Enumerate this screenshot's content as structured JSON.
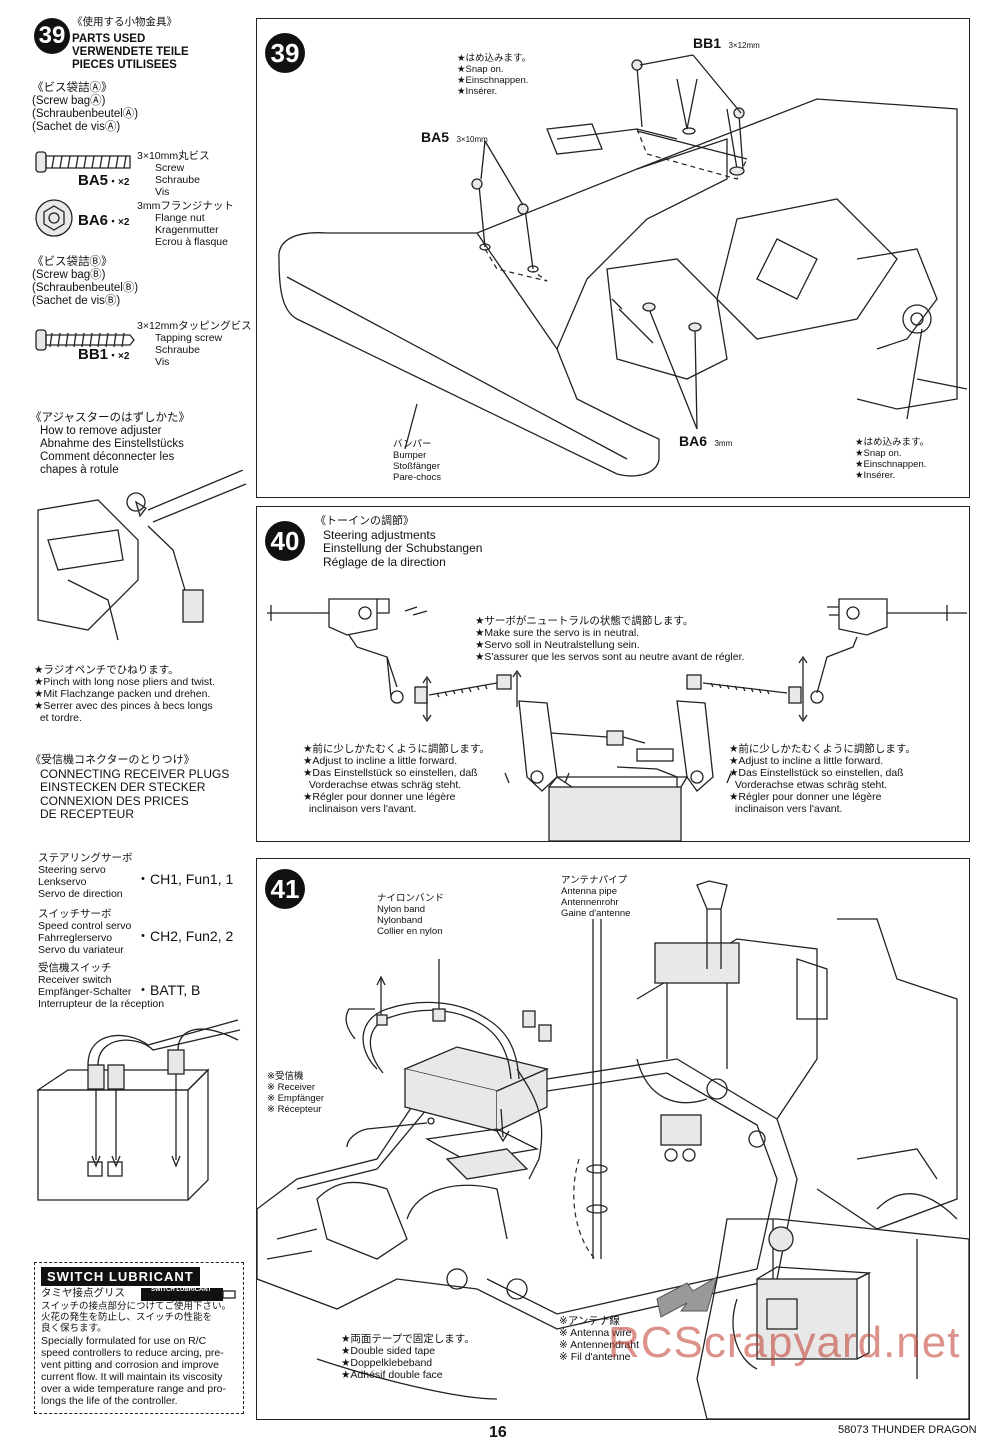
{
  "step39_parts": {
    "number": "39",
    "heading_jp": "《使用する小物金具》",
    "heading": [
      "PARTS USED",
      "VERWENDETE TEILE",
      "PIECES UTILISEES"
    ],
    "bag_a": [
      "《ビス袋詰Ⓐ》",
      "(Screw bagⒶ)",
      "(SchraubenbeutelⒶ)",
      "(Sachet de visⒶ)"
    ],
    "ba5": {
      "code": "BA5",
      "qty": "・×2",
      "size": "3×10mm丸ビス",
      "names": [
        "Screw",
        "Schraube",
        "Vis"
      ]
    },
    "ba6": {
      "code": "BA6",
      "qty": "・×2",
      "size": "3mmフランジナット",
      "names": [
        "Flange nut",
        "Kragenmutter",
        "Ecrou à flasque"
      ]
    },
    "bag_b": [
      "《ビス袋詰Ⓑ》",
      "(Screw bagⒷ)",
      "(SchraubenbeutelⒷ)",
      "(Sachet de visⒷ)"
    ],
    "bb1": {
      "code": "BB1",
      "qty": "・×2",
      "size": "3×12mmタッピングビス",
      "names": [
        "Tapping screw",
        "Schraube",
        "Vis"
      ]
    }
  },
  "adjuster": {
    "heading": [
      "《アジャスターのはずしかた》",
      "How to remove adjuster",
      "Abnahme des Einstellstücks",
      "Comment déconnecter les",
      "chapes à rotule"
    ],
    "note": [
      "★ラジオペンチでひねります。",
      "★Pinch with long nose pliers and twist.",
      "★Mit Flachzange packen und drehen.",
      "★Serrer avec des pinces à becs longs",
      "  et tordre."
    ]
  },
  "receiver_plugs": {
    "heading": [
      "《受信機コネクターのとりつけ》",
      "CONNECTING RECEIVER PLUGS",
      "EINSTECKEN DER STECKER",
      "CONNEXION DES PRICES",
      "DE RECEPTEUR"
    ],
    "rows": [
      {
        "labels": [
          "ステアリングサーボ",
          "Steering servo",
          "Lenkservo",
          "Servo de direction"
        ],
        "channel": "・CH1, Fun1, 1"
      },
      {
        "labels": [
          "スイッチサーボ",
          "Speed control servo",
          "Fahrreglerservo",
          "Servo du variateur"
        ],
        "channel": "・CH2, Fun2, 2"
      },
      {
        "labels": [
          "受信機スイッチ",
          "Receiver switch",
          "Empfänger-Schalter",
          "Interrupteur de la réception"
        ],
        "channel": "・BATT, B"
      }
    ]
  },
  "lubricant": {
    "logo": "SWITCH LUBRICANT",
    "tube": "SWITCH LUBRICANT",
    "jp_title": "タミヤ接点グリス",
    "jp_text": [
      "スイッチの接点部分につけてご使用下さい。",
      "火花の発生を防止し、スイッチの性能を",
      "良く保ちます。"
    ],
    "text": [
      "Specially formulated for use on R/C",
      "speed controllers to reduce arcing, pre-",
      "vent pitting and corrosion and improve",
      "current flow. It will maintain its viscosity",
      "over a wide temperature range and pro-",
      "longs the life of the controller."
    ]
  },
  "step39": {
    "number": "39",
    "bb1": {
      "code": "BB1",
      "size": "3×12mm"
    },
    "ba5": {
      "code": "BA5",
      "size": "3×10mm"
    },
    "ba6": {
      "code": "BA6",
      "size": "3mm"
    },
    "snap_top": [
      "★はめ込みます。",
      "★Snap on.",
      "★Einschnappen.",
      "★Insérer."
    ],
    "snap_right": [
      "★はめ込みます。",
      "★Snap on.",
      "★Einschnappen.",
      "★Insérer."
    ],
    "bumper": [
      "バンパー",
      "Bumper",
      "Stoßfänger",
      "Pare-chocs"
    ]
  },
  "step40": {
    "number": "40",
    "heading": [
      "《トーインの調節》",
      "Steering adjustments",
      "Einstellung der Schubstangen",
      "Réglage de la direction"
    ],
    "servo_note": [
      "★サーボがニュートラルの状態で調節します。",
      "★Make sure the servo is in neutral.",
      "★Servo soll in Neutralstellung sein.",
      "★S'assurer que les servos sont au neutre avant de régler."
    ],
    "left_note": [
      "★前に少しかたむくように調節します。",
      "★Adjust to incline a little forward.",
      "★Das Einstellstück so einstellen, daß",
      "  Vorderachse etwas schräg steht.",
      "★Régler pour donner une légère",
      "  inclinaison vers l'avant."
    ],
    "right_note": [
      "★前に少しかたむくように調節します。",
      "★Adjust to incline a little forward.",
      "★Das Einstellstück so einstellen, daß",
      "  Vorderachse etwas schräg steht.",
      "★Régler pour donner une légère",
      "  inclinaison vers l'avant."
    ]
  },
  "step41": {
    "number": "41",
    "nylon_band": [
      "ナイロンバンド",
      "Nylon band",
      "Nylonband",
      "Collier en nylon"
    ],
    "antenna_pipe": [
      "アンテナパイプ",
      "Antenna pipe",
      "Antennenrohr",
      "Gaine d'antenne"
    ],
    "receiver": [
      "※受信機",
      "※ Receiver",
      "※ Empfänger",
      "※ Récepteur"
    ],
    "tape": [
      "★両面テープで固定します。",
      "★Double sided tape",
      "★Doppelklebeband",
      "★Adhésif double face"
    ],
    "antenna_wire": [
      "※アンテナ線",
      "※ Antenna wire",
      "※ Antennendraht",
      "※ Fil d'antenne"
    ]
  },
  "footer": {
    "page_number": "16",
    "model": "58073 THUNDER DRAGON",
    "watermark": "RCScrapyard.net"
  }
}
